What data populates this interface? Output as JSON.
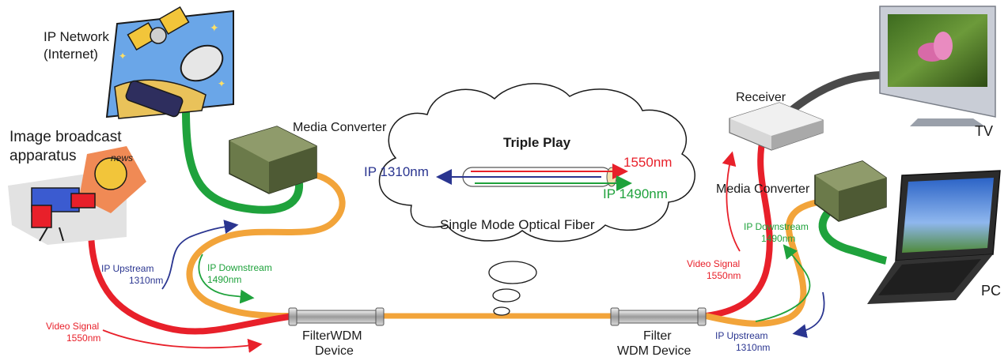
{
  "labels": {
    "ip_network": [
      "IP Network",
      "(Internet)"
    ],
    "image_broadcast": [
      "Image broadcast",
      "apparatus"
    ],
    "news": "news",
    "media_converter_left": "Media Converter",
    "media_converter_right": "Media Converter",
    "triple_play": "Triple Play",
    "ip_1310": "IP 1310nm",
    "nm_1550": "1550nm",
    "ip_1490": "IP 1490nm",
    "single_mode_fiber": "Single Mode Optical Fiber",
    "receiver": "Receiver",
    "tv": "TV",
    "pc": "PC",
    "left_upstream": [
      "IP Upstream",
      "1310nm"
    ],
    "left_downstream": [
      "IP Downstream",
      "1490nm"
    ],
    "left_video": [
      "Video Signal",
      "1550nm"
    ],
    "filter_left": [
      "FilterWDM",
      "Device"
    ],
    "filter_right": [
      "Filter",
      "WDM Device"
    ],
    "right_video": [
      "Video Signal",
      "1550nm"
    ],
    "right_downstream": [
      "IP Downstream",
      "1490nm"
    ],
    "right_upstream": [
      "IP Upstream",
      "1310nm"
    ]
  },
  "colors": {
    "red": "#e8202a",
    "green": "#1fa23c",
    "orange": "#f2a43a",
    "blue": "#2a3590",
    "text": "#1a1a1a",
    "label_green": "#1fa23c",
    "label_red": "#e8202a",
    "label_blue": "#2a3590"
  }
}
